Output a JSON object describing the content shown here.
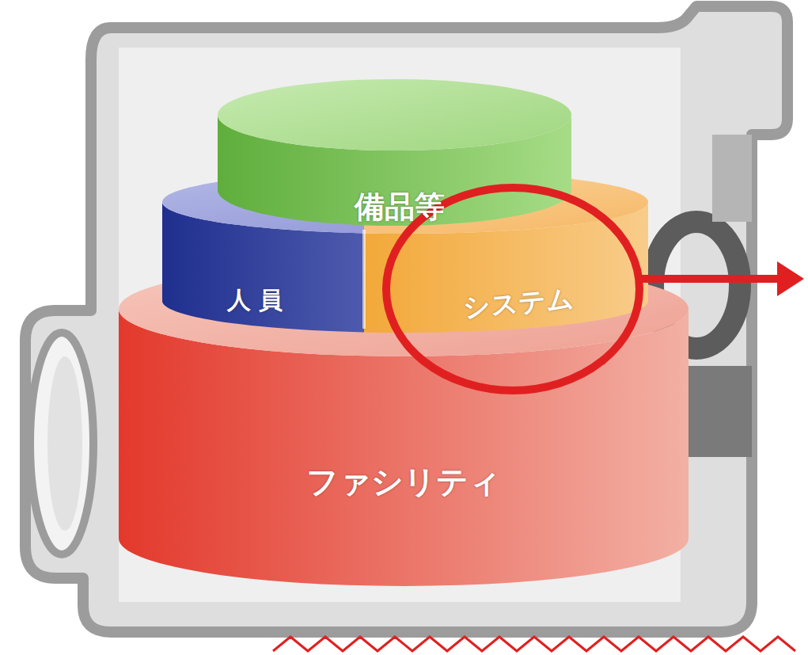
{
  "diagram": {
    "nodes": [
      {
        "text": [
          "備品等"
        ]
      },
      {
        "text": [
          "人 員"
        ]
      },
      {
        "text": [
          "システム"
        ]
      },
      {
        "text": [
          "ファシリティ"
        ]
      }
    ]
  }
}
